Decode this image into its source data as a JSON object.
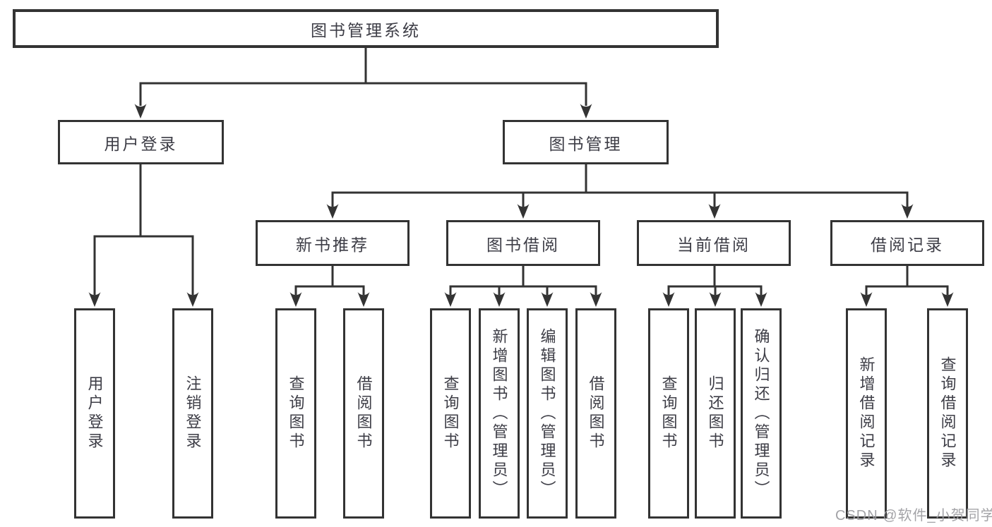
{
  "diagram": {
    "root": {
      "label": "图书管理系统"
    },
    "branches": [
      {
        "label": "用户登录",
        "children": [
          {
            "label": "用户登录"
          },
          {
            "label": "注销登录"
          }
        ]
      },
      {
        "label": "图书管理",
        "sections": [
          {
            "label": "新书推荐",
            "children": [
              {
                "label": "查询图书"
              },
              {
                "label": "借阅图书"
              }
            ]
          },
          {
            "label": "图书借阅",
            "children": [
              {
                "label": "查询图书"
              },
              {
                "label": "新增图书（管理员）"
              },
              {
                "label": "编辑图书（管理员）"
              },
              {
                "label": "借阅图书"
              }
            ]
          },
          {
            "label": "当前借阅",
            "children": [
              {
                "label": "查询图书"
              },
              {
                "label": "归还图书"
              },
              {
                "label": "确认归还（管理员）"
              }
            ]
          },
          {
            "label": "借阅记录",
            "children": [
              {
                "label": "新增借阅记录"
              },
              {
                "label": "查询借阅记录"
              }
            ]
          }
        ]
      }
    ],
    "watermark": "CSDN @软件_小贺同学",
    "colors": {
      "line": "#333333",
      "text": "#3d3d46",
      "watermark": "#9b9ba0"
    }
  }
}
